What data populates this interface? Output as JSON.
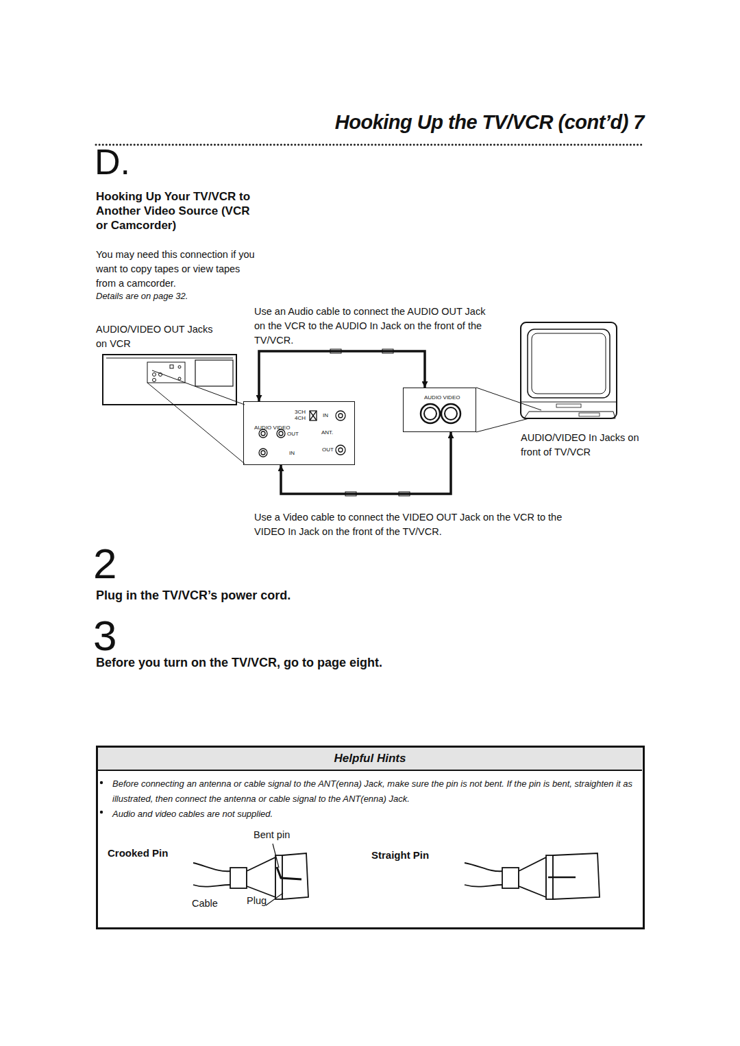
{
  "diagram": {
    "title": "Hooking Up the TV/VCR (cont’d) 7",
    "nodes": [
      {
        "text": [
          "3CH 4CH",
          "IN",
          "AUDIO VIDEO",
          "OUT",
          "ANT.",
          "IN",
          "OUT"
        ]
      },
      {
        "text": [
          "AUDIO VIDEO"
        ]
      },
      {
        "text": [
          "Helpful Hints",
          "Before connecting an antenna or cable signal to the ANT(enna) Jack, make sure the pin is not bent. If the pin is bent, straighten it as illustrated, then connect the antenna or cable signal to the ANT(enna) Jack.",
          "Audio and video cables are not supplied."
        ]
      }
    ],
    "edges": [
      {
        "from": 0,
        "to": 1,
        "arrow": "both"
      },
      {
        "from": 1,
        "to": 0,
        "arrow": "both"
      }
    ],
    "labels": [
      "D.",
      "Hooking Up Your TV/VCR to Another Video Source (VCR or Camcorder)",
      "You may need this connection if you want to copy tapes or view tapes from a camcorder.",
      "Details are on page 32.",
      "AUDIO/VIDEO OUT Jacks on VCR",
      "Use an Audio cable to connect the AUDIO OUT Jack on the VCR to the AUDIO In Jack on the front of the TV/VCR.",
      "AUDIO/VIDEO In Jacks on front of TV/VCR",
      "Use a Video cable to connect the VIDEO OUT Jack on the VCR to the VIDEO In Jack on the front of the TV/VCR.",
      "2",
      "Plug in the TV/VCR’s power cord.",
      "3",
      "Before you turn on the TV/VCR, go to page eight.",
      "Crooked Pin",
      "Bent pin",
      "Cable",
      "Plug",
      "Straight Pin"
    ]
  }
}
